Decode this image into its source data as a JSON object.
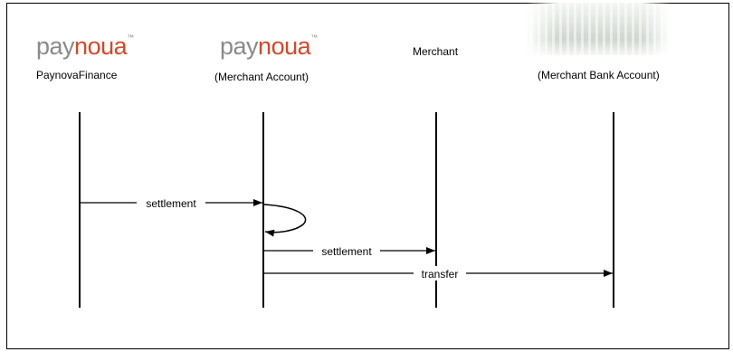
{
  "participants": [
    {
      "logo_pay": "pay",
      "logo_nova": "noua",
      "logo_tm": "™",
      "label": "PaynovaFinance"
    },
    {
      "logo_pay": "pay",
      "logo_nova": "noua",
      "logo_tm": "™",
      "label": "(Merchant Account)"
    },
    {
      "label": "Merchant"
    },
    {
      "label": "(Merchant Bank Account)"
    }
  ],
  "messages": [
    {
      "label": "settlement",
      "from": "PaynovaFinance",
      "to": "(Merchant Account)"
    },
    {
      "label": "",
      "from": "(Merchant Account)",
      "to": "(Merchant Account)"
    },
    {
      "label": "settlement",
      "from": "(Merchant Account)",
      "to": "Merchant"
    },
    {
      "label": "transfer",
      "from": "(Merchant Account)",
      "to": "(Merchant Bank Account)"
    }
  ],
  "colors": {
    "logo_gray": "#8a8a8a",
    "logo_accent": "#cf4a2a",
    "line": "#000000"
  }
}
